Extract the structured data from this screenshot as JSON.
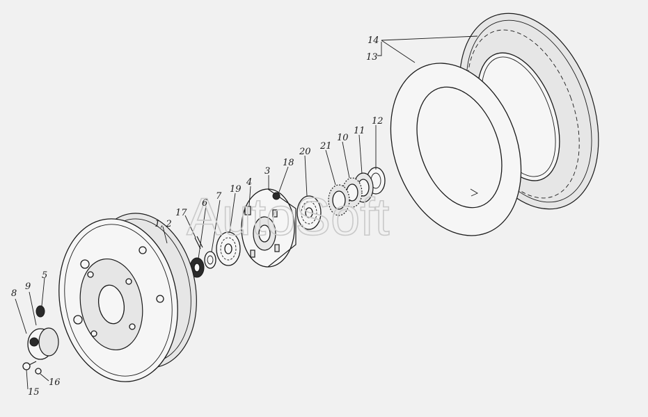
{
  "watermark": "AutoSoft",
  "callouts": [
    {
      "id": "c14",
      "text": "14"
    },
    {
      "id": "c13",
      "text": "13"
    },
    {
      "id": "c12",
      "text": "12"
    },
    {
      "id": "c11",
      "text": "11"
    },
    {
      "id": "c10",
      "text": "10"
    },
    {
      "id": "c21",
      "text": "21"
    },
    {
      "id": "c20",
      "text": "20"
    },
    {
      "id": "c18",
      "text": "18"
    },
    {
      "id": "c3",
      "text": "3"
    },
    {
      "id": "c4",
      "text": "4"
    },
    {
      "id": "c19",
      "text": "19"
    },
    {
      "id": "c7",
      "text": "7"
    },
    {
      "id": "c6",
      "text": "6"
    },
    {
      "id": "c17",
      "text": "17"
    },
    {
      "id": "c12b",
      "text": "1, 2"
    },
    {
      "id": "c5",
      "text": "5"
    },
    {
      "id": "c9",
      "text": "9"
    },
    {
      "id": "c8",
      "text": "8"
    },
    {
      "id": "c16",
      "text": "16"
    },
    {
      "id": "c15",
      "text": "15"
    }
  ]
}
